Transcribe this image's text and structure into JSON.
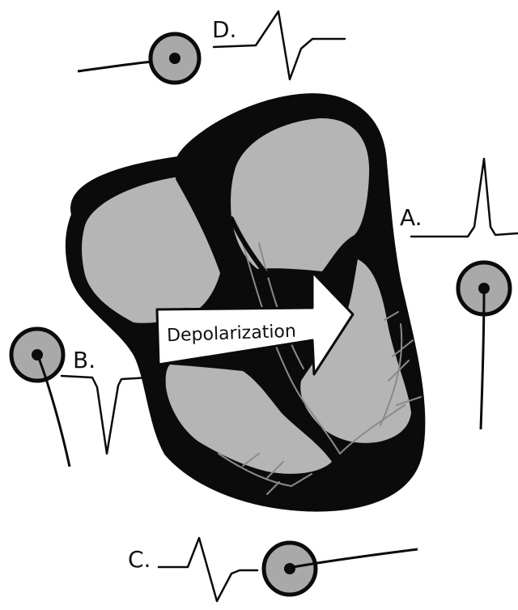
{
  "diagram": {
    "arrow_label": "Depolarization",
    "leads": [
      {
        "id": "A",
        "label": "A."
      },
      {
        "id": "B",
        "label": "B."
      },
      {
        "id": "C",
        "label": "C."
      },
      {
        "id": "D",
        "label": "D."
      }
    ]
  },
  "colors": {
    "ink": "#0b0b0b",
    "chamber_gray": "#b5b5b5",
    "electrode_gray": "#a9a9a9",
    "vessel_gray": "#8a8a8a",
    "background": "#ffffff"
  }
}
